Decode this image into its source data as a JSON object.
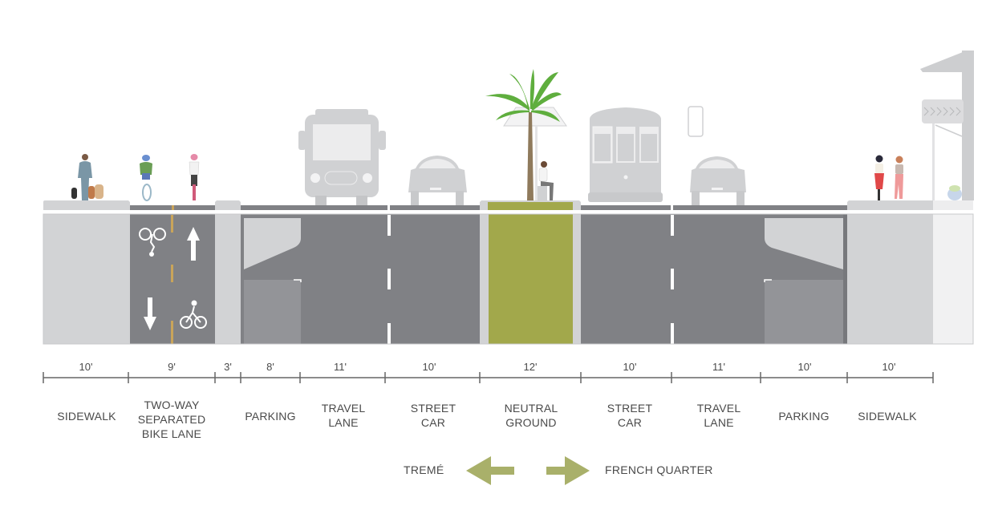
{
  "diagram": {
    "type": "street-cross-section",
    "colors": {
      "asphalt": "#808185",
      "sidewalk": "#d2d3d5",
      "neutral_ground": "#a2a84b",
      "parking_dark": "#939498",
      "bike_centerline": "#c9a45a",
      "arrow_green": "#a9b06a",
      "vehicle_gray": "#d0d1d3",
      "palm_green": "#5fae3e",
      "palm_trunk": "#8f7a5c",
      "building_gray": "#cdced0",
      "dim_line": "#666666"
    },
    "segments": [
      {
        "id": "sidewalk-left",
        "width": "10'",
        "label_lines": [
          "SIDEWALK"
        ]
      },
      {
        "id": "bike-lane",
        "width": "9'",
        "label_lines": [
          "TWO-WAY",
          "SEPARATED",
          "BIKE LANE"
        ]
      },
      {
        "id": "buffer",
        "width": "3'",
        "label_lines": []
      },
      {
        "id": "parking-left",
        "width": "8'",
        "label_lines": [
          "PARKING"
        ]
      },
      {
        "id": "travel-lane-left",
        "width": "11'",
        "label_lines": [
          "TRAVEL",
          "LANE"
        ]
      },
      {
        "id": "street-car-left",
        "width": "10'",
        "label_lines": [
          "STREET",
          "CAR"
        ]
      },
      {
        "id": "neutral-ground",
        "width": "12'",
        "label_lines": [
          "NEUTRAL",
          "GROUND"
        ]
      },
      {
        "id": "street-car-right",
        "width": "10'",
        "label_lines": [
          "STREET",
          "CAR"
        ]
      },
      {
        "id": "travel-lane-right",
        "width": "11'",
        "label_lines": [
          "TRAVEL",
          "LANE"
        ]
      },
      {
        "id": "parking-right",
        "width": "10'",
        "label_lines": [
          "PARKING"
        ]
      },
      {
        "id": "sidewalk-right",
        "width": "10'",
        "label_lines": [
          "SIDEWALK"
        ]
      }
    ],
    "directions": {
      "left_label": "TREMÉ",
      "left_icon": "arrow-left-icon",
      "right_label": "FRENCH QUARTER",
      "right_icon": "arrow-right-icon"
    },
    "figures": [
      {
        "name": "pedestrian-with-dogs",
        "segment": "sidewalk-left"
      },
      {
        "name": "cyclist-front",
        "segment": "bike-lane"
      },
      {
        "name": "cyclist-back",
        "segment": "bike-lane"
      },
      {
        "name": "bus",
        "segment": "travel-lane-left"
      },
      {
        "name": "car",
        "segment": "street-car-left"
      },
      {
        "name": "palm-tree",
        "segment": "neutral-ground"
      },
      {
        "name": "shelter-canopy",
        "segment": "neutral-ground"
      },
      {
        "name": "seated-person",
        "segment": "neutral-ground"
      },
      {
        "name": "streetcar",
        "segment": "street-car-right"
      },
      {
        "name": "traffic-sign",
        "segment": "travel-lane-right"
      },
      {
        "name": "car",
        "segment": "travel-lane-right"
      },
      {
        "name": "two-pedestrians",
        "segment": "sidewalk-right"
      },
      {
        "name": "balcony-building",
        "segment": "sidewalk-right"
      }
    ],
    "bike_lane_markings": [
      "bike-symbol-icon",
      "arrow-up-icon",
      "arrow-down-icon",
      "bike-symbol-icon"
    ]
  }
}
